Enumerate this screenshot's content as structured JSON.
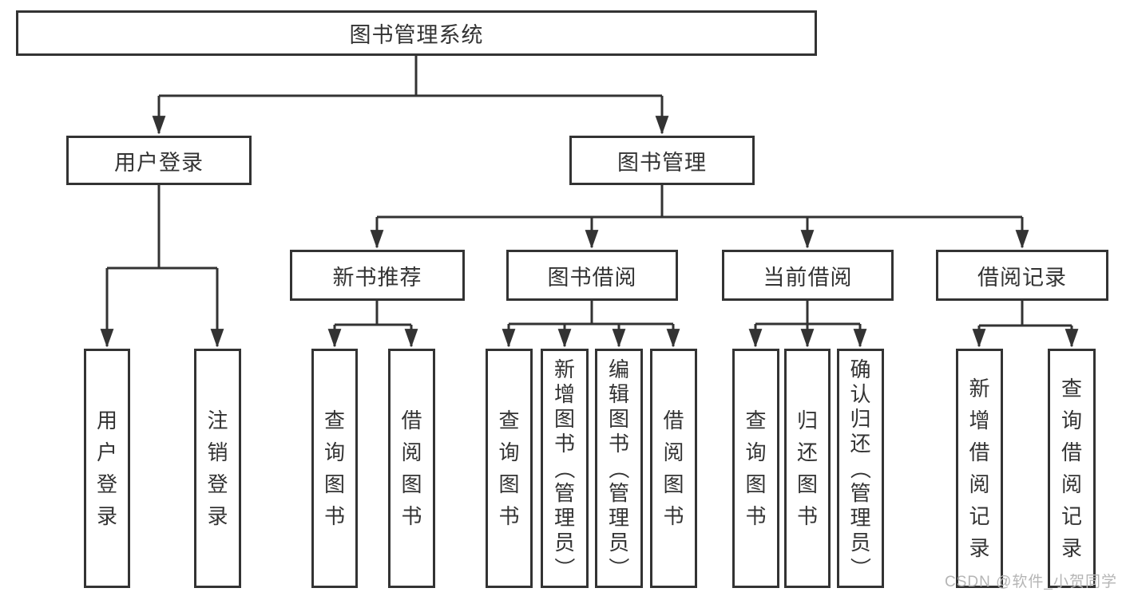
{
  "diagram": {
    "root": {
      "label": "图书管理系统"
    },
    "level2": {
      "user_login": {
        "label": "用户登录"
      },
      "book_management": {
        "label": "图书管理"
      }
    },
    "level3": {
      "new_book_recommend": {
        "label": "新书推荐"
      },
      "book_borrowing": {
        "label": "图书借阅"
      },
      "current_borrowing": {
        "label": "当前借阅"
      },
      "borrowing_records": {
        "label": "借阅记录"
      }
    },
    "leaves": {
      "user_login": [
        {
          "label": "用户登录"
        },
        {
          "label": "注销登录"
        }
      ],
      "new_book_recommend": [
        {
          "label": "查询图书"
        },
        {
          "label": "借阅图书"
        }
      ],
      "book_borrowing": [
        {
          "label": "查询图书"
        },
        {
          "label": "新增图书（管理员）"
        },
        {
          "label": "编辑图书（管理员）"
        },
        {
          "label": "借阅图书"
        }
      ],
      "current_borrowing": [
        {
          "label": "查询图书"
        },
        {
          "label": "归还图书"
        },
        {
          "label": "确认归还（管理员）"
        }
      ],
      "borrowing_records": [
        {
          "label": "新增借阅记录"
        },
        {
          "label": "查询借阅记录"
        }
      ]
    }
  },
  "watermark": {
    "text": "CSDN @软件_小贺同学"
  },
  "colors": {
    "border": "#333333",
    "text": "#333333",
    "watermark": "#b5b5b5",
    "background": "#ffffff"
  }
}
